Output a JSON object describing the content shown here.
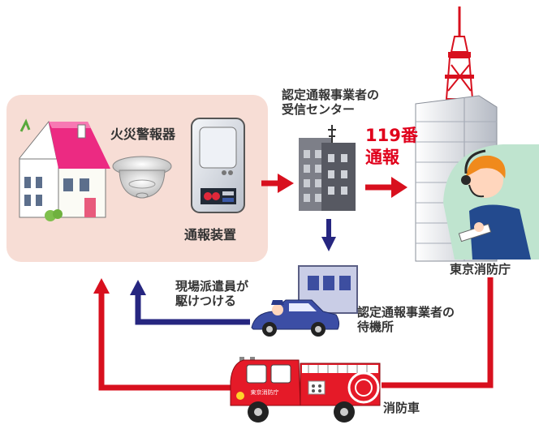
{
  "labels": {
    "fire_alarm": "火災警報器",
    "notification_device": "通報装置",
    "center_line1": "認定通報事業者の",
    "center_line2": "受信センター",
    "call_line1": "119番",
    "call_line2": "通報",
    "fire_department": "東京消防庁",
    "dispatch_line1": "現場派遣員が",
    "dispatch_line2": "駆けつける",
    "standby_line1": "認定通報事業者の",
    "standby_line2": "待機所",
    "fire_engine": "消防車",
    "truck_text": "東京消防庁"
  },
  "colors": {
    "alert_red": "#d8101e",
    "flow_navy": "#262680",
    "home_panel": "#f7ddd5",
    "label_text": "#333333"
  }
}
